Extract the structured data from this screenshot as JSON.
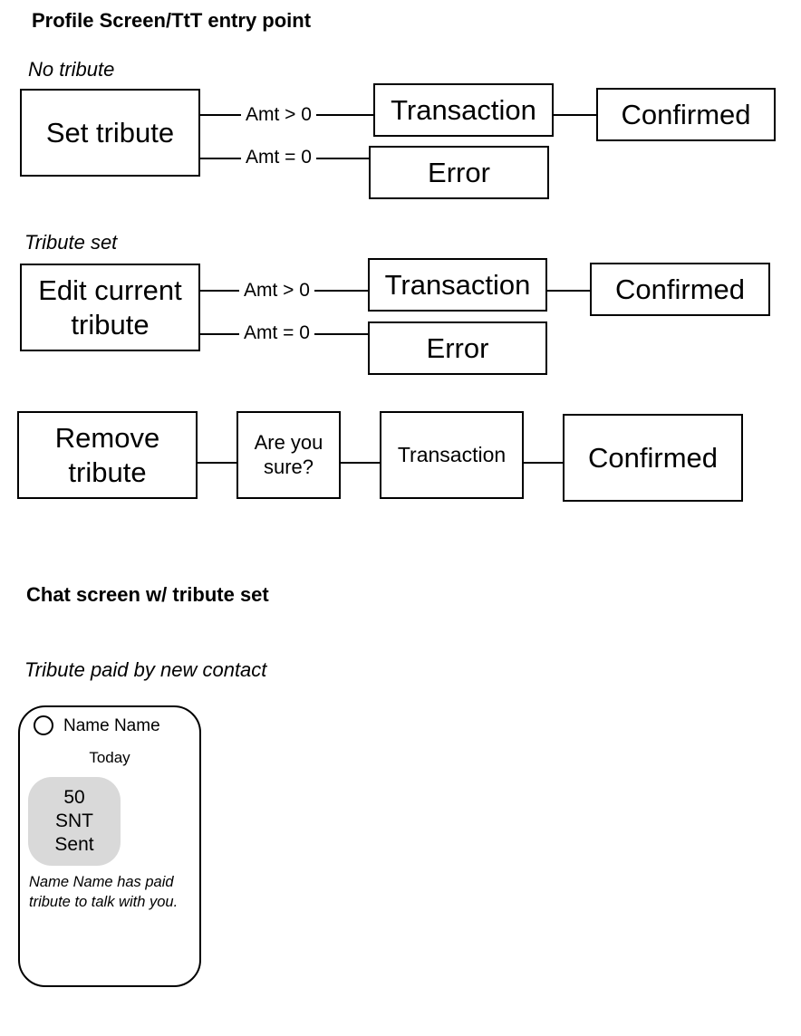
{
  "section1": {
    "title": "Profile Screen/TtT entry point",
    "flow1": {
      "label": "No tribute",
      "start": "Set tribute",
      "cond_pos": "Amt > 0",
      "cond_zero": "Amt = 0",
      "transaction": "Transaction",
      "confirmed": "Confirmed",
      "error": "Error"
    },
    "flow2": {
      "label": "Tribute set",
      "start": "Edit current tribute",
      "cond_pos": "Amt > 0",
      "cond_zero": "Amt = 0",
      "transaction": "Transaction",
      "confirmed": "Confirmed",
      "error": "Error"
    },
    "flow3": {
      "start": "Remove tribute",
      "confirm_prompt": "Are you sure?",
      "transaction": "Transaction",
      "confirmed": "Confirmed"
    }
  },
  "section2": {
    "title": "Chat screen w/ tribute set",
    "subtitle": "Tribute paid by new contact",
    "phone": {
      "contact_name": "Name Name",
      "date": "Today",
      "bubble_amount": "50",
      "bubble_token": "SNT",
      "bubble_status": "Sent",
      "note": "Name Name has paid tribute to talk with you."
    }
  }
}
